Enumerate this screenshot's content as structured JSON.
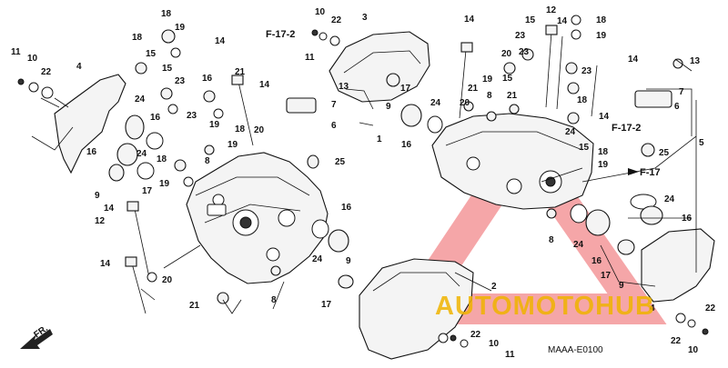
{
  "labels": {
    "l1": "11",
    "l2": "10",
    "l3": "22",
    "l4": "4",
    "l5": "18",
    "l6": "19",
    "l7": "18",
    "l8": "14",
    "l9": "15",
    "l10": "15",
    "l11": "21",
    "l12": "14",
    "l13": "23",
    "l14": "16",
    "l15": "24",
    "l16": "16",
    "l17": "24",
    "l18": "23",
    "l19": "19",
    "l20": "20",
    "l21": "18",
    "l22": "19",
    "l23": "8",
    "l24": "18",
    "l25": "19",
    "l26": "9",
    "l27": "17",
    "l28": "14",
    "l29": "12",
    "l30": "14",
    "l31": "20",
    "l32": "21",
    "l33": "8",
    "l34": "16",
    "l35": "24",
    "l36": "9",
    "l37": "17",
    "l38": "10",
    "l39": "22",
    "l40": "3",
    "l41": "11",
    "l42": "13",
    "l43": "7",
    "l44": "6",
    "l45": "1",
    "l46": "25",
    "l47": "9",
    "l48": "17",
    "l49": "24",
    "l50": "16",
    "l51": "14",
    "l52": "23",
    "l53": "15",
    "l54": "20",
    "l55": "21",
    "l56": "19",
    "l57": "8",
    "l58": "15",
    "l59": "21",
    "l60": "20",
    "l61": "23",
    "l62": "12",
    "l63": "14",
    "l64": "18",
    "l65": "19",
    "l66": "14",
    "l67": "13",
    "l68": "7",
    "l69": "6",
    "l70": "5",
    "l71": "25",
    "l72": "18",
    "l73": "19",
    "l74": "24",
    "l75": "16",
    "l76": "8",
    "l77": "24",
    "l78": "16",
    "l79": "17",
    "l80": "9",
    "l81": "2",
    "l82": "4",
    "l83": "22",
    "l84": "10",
    "l85": "11",
    "l86": "22",
    "l87": "10",
    "l88": "9",
    "l89": "15",
    "l90": "18",
    "l91": "23",
    "l92": "14",
    "l93": "24",
    "l94": "22"
  },
  "refs": {
    "r1": "F-17-2",
    "r2": "F-17-2",
    "r3": "F-17"
  },
  "direction_label": "FR.",
  "drawing_code": "MAAA-E0100",
  "watermark": "AUTOMOTOHUB",
  "colors": {
    "line": "#111111",
    "watermark_red": "#e8262b",
    "watermark_gold": "#f0b400"
  }
}
